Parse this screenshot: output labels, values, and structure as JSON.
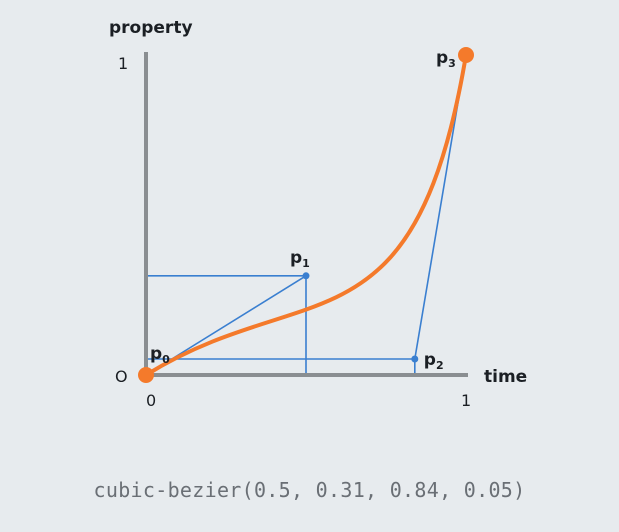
{
  "axes": {
    "y_title": "property",
    "x_title": "time",
    "y_max_label": "1",
    "y_origin_label": "O",
    "x_origin_label": "0",
    "x_max_label": "1"
  },
  "points": [
    {
      "label": "p",
      "sub": "0",
      "x": 0,
      "y": 0
    },
    {
      "label": "p",
      "sub": "1",
      "x": 0.5,
      "y": 0.31
    },
    {
      "label": "p",
      "sub": "2",
      "x": 0.84,
      "y": 0.05
    },
    {
      "label": "p",
      "sub": "3",
      "x": 1,
      "y": 1
    }
  ],
  "formula": "cubic-bezier(0.5, 0.31, 0.84, 0.05)",
  "colors": {
    "curve": "#f47a2b",
    "helper": "#3a7fd0",
    "axis": "#8a8e91"
  }
}
